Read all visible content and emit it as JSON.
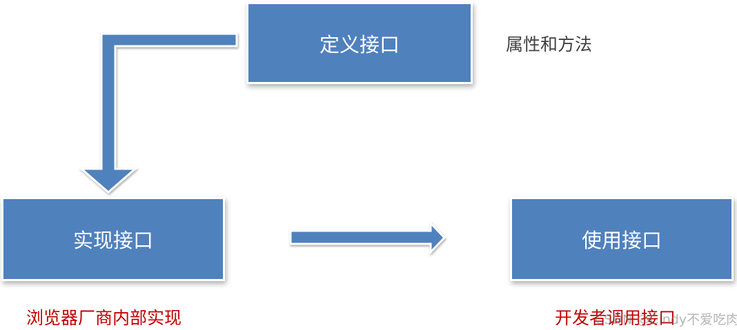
{
  "boxes": {
    "define": "定义接口",
    "implement": "实现接口",
    "use": "使用接口"
  },
  "notes": {
    "attributes": "属性和方法",
    "browser_impl": "浏览器厂商内部实现",
    "developer_call": "开发者调用接口"
  },
  "watermark": "CSDN @Cindy不爱吃肉",
  "colors": {
    "box_fill": "#4f81bd",
    "box_text": "#ffffff",
    "note_red": "#c00000",
    "note_gray": "#404040"
  }
}
